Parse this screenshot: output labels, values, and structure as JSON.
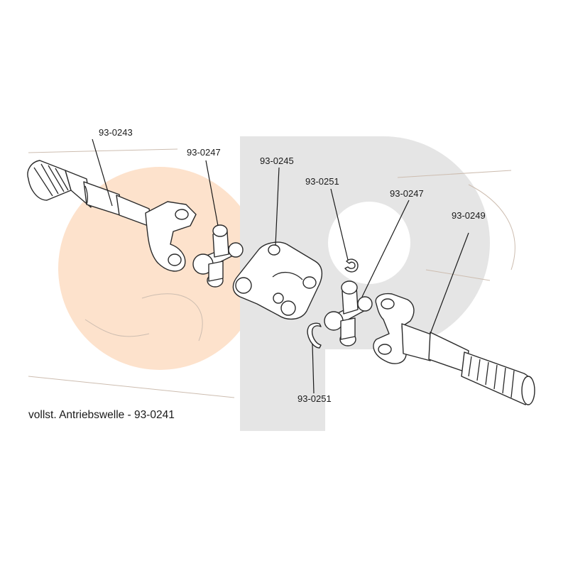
{
  "colors": {
    "watermark_orange": "#fde2cc",
    "watermark_gray": "#e4e4e4",
    "ink": "#2a2a2a"
  },
  "watermark": {
    "logo": "gp-logo"
  },
  "labels": {
    "outer_shaft": "93-0243",
    "cross_left": "93-0247",
    "center_yoke": "93-0245",
    "clip_top": "93-0251",
    "cross_right": "93-0247",
    "inner_shaft": "93-0249",
    "clip_bottom": "93-0251"
  },
  "caption": "vollst. Antriebswelle - 93-0241"
}
